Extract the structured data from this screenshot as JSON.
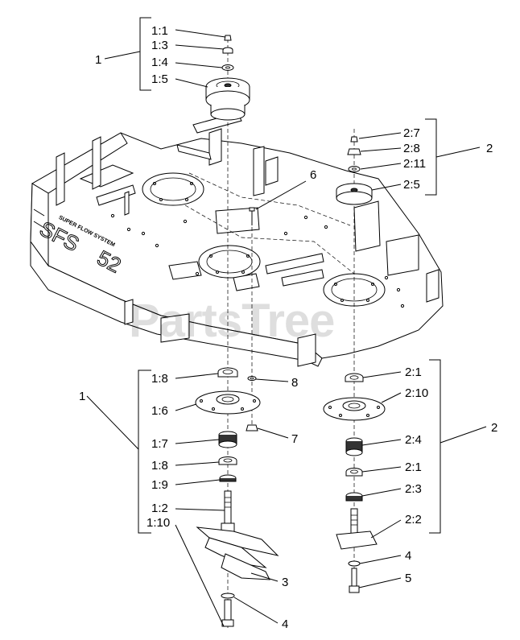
{
  "diagram": {
    "watermark": "PartsTree",
    "decal": {
      "line1": "SUPER FLOW SYSTEM",
      "line2": "SFS",
      "line3": "52"
    },
    "callouts": {
      "g1_top": "1",
      "g2_top": "2",
      "g1_bottom": "1",
      "g2_bottom": "2",
      "p1_1": "1:1",
      "p1_3": "1:3",
      "p1_4": "1:4",
      "p1_5": "1:5",
      "p2_7": "2:7",
      "p2_8": "2:8",
      "p2_11": "2:11",
      "p2_5": "2:5",
      "p6": "6",
      "p1_8a": "1:8",
      "p1_6": "1:6",
      "p1_7": "1:7",
      "p1_8b": "1:8",
      "p1_9": "1:9",
      "p1_2": "1:2",
      "p1_10": "1:10",
      "p8": "8",
      "p7": "7",
      "p3": "3",
      "p4_left": "4",
      "p2_1a": "2:1",
      "p2_10": "2:10",
      "p2_4": "2:4",
      "p2_1b": "2:1",
      "p2_3": "2:3",
      "p2_2": "2:2",
      "p4_right": "4",
      "p5": "5"
    }
  }
}
